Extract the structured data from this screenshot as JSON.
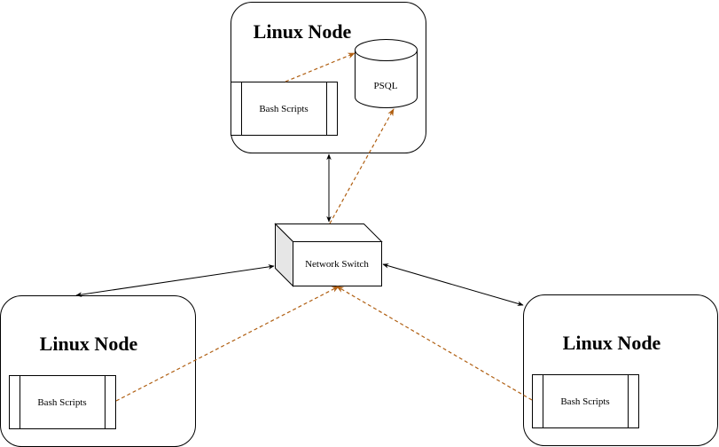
{
  "colors": {
    "stroke": "#000000",
    "dashed_link": "#b05f12",
    "switch_side": "#e6e6e6",
    "background": "#ffffff"
  },
  "nodes": {
    "top": {
      "title": "Linux Node",
      "script_label": "Bash Scripts",
      "db_label": "PSQL"
    },
    "left": {
      "title": "Linux Node",
      "script_label": "Bash Scripts"
    },
    "right": {
      "title": "Linux Node",
      "script_label": "Bash Scripts"
    }
  },
  "switch": {
    "label": "Network Switch"
  }
}
